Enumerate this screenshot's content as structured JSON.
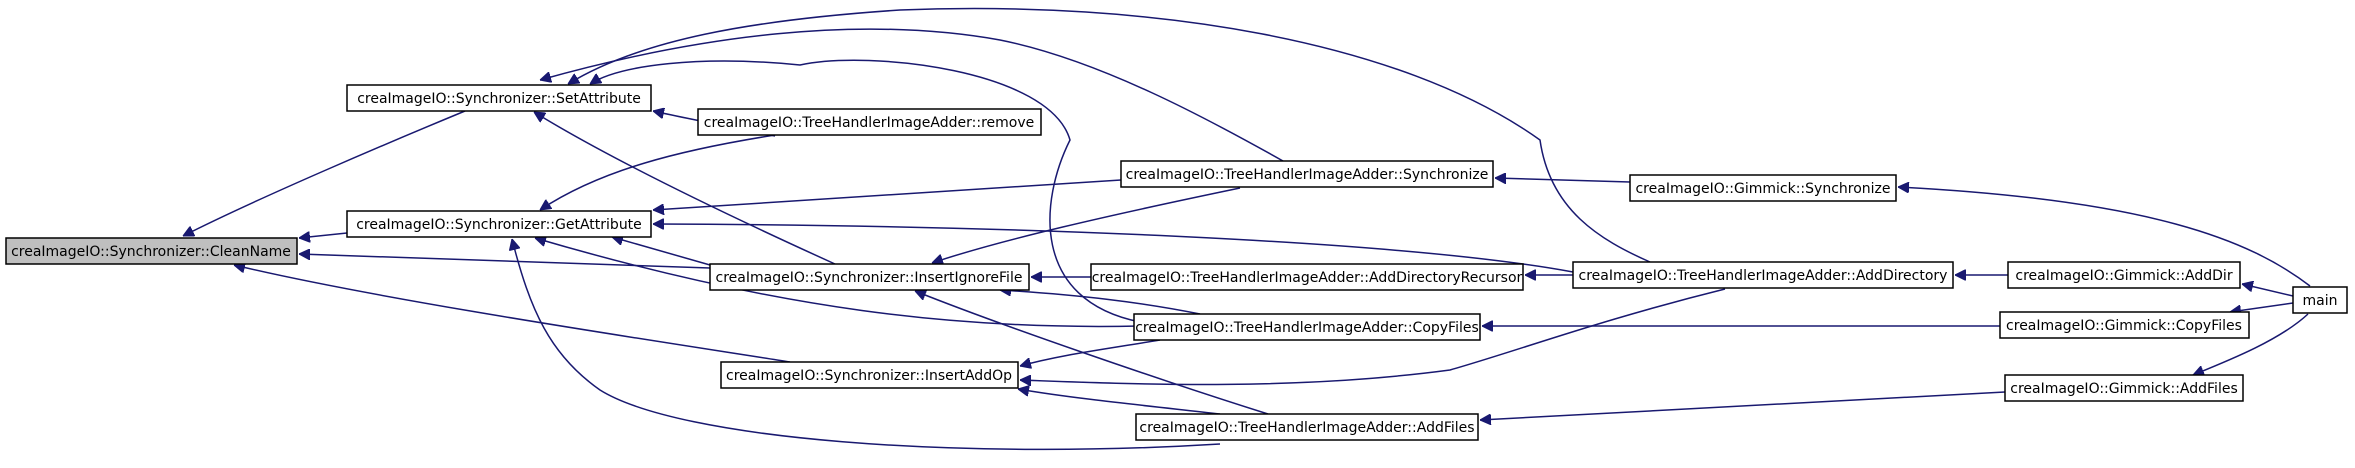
{
  "colors": {
    "edge": "#191970",
    "node_fill": "#ffffff",
    "highlight_fill": "#bfbfbf",
    "border": "#000000"
  },
  "nodes": {
    "cleanname": "creaImageIO::Synchronizer::CleanName",
    "setattribute": "creaImageIO::Synchronizer::SetAttribute",
    "getattribute": "creaImageIO::Synchronizer::GetAttribute",
    "remove": "creaImageIO::TreeHandlerImageAdder::remove",
    "synchronize_tree": "creaImageIO::TreeHandlerImageAdder::Synchronize",
    "insertignorefile": "creaImageIO::Synchronizer::InsertIgnoreFile",
    "adddirectoryrecursor": "creaImageIO::TreeHandlerImageAdder::AddDirectoryRecursor",
    "copyfiles_tree": "creaImageIO::TreeHandlerImageAdder::CopyFiles",
    "insertaddop": "creaImageIO::Synchronizer::InsertAddOp",
    "addfiles_tree": "creaImageIO::TreeHandlerImageAdder::AddFiles",
    "gimmick_synchronize": "creaImageIO::Gimmick::Synchronize",
    "adddirectory_tree": "creaImageIO::TreeHandlerImageAdder::AddDirectory",
    "gimmick_adddir": "creaImageIO::Gimmick::AddDir",
    "gimmick_copyfiles": "creaImageIO::Gimmick::CopyFiles",
    "gimmick_addfiles": "creaImageIO::Gimmick::AddFiles",
    "main": "main"
  },
  "edges": [
    [
      "setattribute",
      "cleanname"
    ],
    [
      "getattribute",
      "cleanname"
    ],
    [
      "insertignorefile",
      "cleanname"
    ],
    [
      "insertaddop",
      "cleanname"
    ],
    [
      "remove",
      "setattribute"
    ],
    [
      "synchronize_tree",
      "setattribute"
    ],
    [
      "insertignorefile",
      "setattribute"
    ],
    [
      "copyfiles_tree",
      "setattribute"
    ],
    [
      "adddirectory_tree",
      "setattribute"
    ],
    [
      "remove",
      "getattribute"
    ],
    [
      "synchronize_tree",
      "getattribute"
    ],
    [
      "insertignorefile",
      "getattribute"
    ],
    [
      "copyfiles_tree",
      "getattribute"
    ],
    [
      "addfiles_tree",
      "getattribute"
    ],
    [
      "adddirectory_tree",
      "getattribute"
    ],
    [
      "synchronize_tree",
      "insertignorefile"
    ],
    [
      "adddirectoryrecursor",
      "insertignorefile"
    ],
    [
      "copyfiles_tree",
      "insertignorefile"
    ],
    [
      "addfiles_tree",
      "insertignorefile"
    ],
    [
      "copyfiles_tree",
      "insertaddop"
    ],
    [
      "addfiles_tree",
      "insertaddop"
    ],
    [
      "adddirectory_tree",
      "insertaddop"
    ],
    [
      "gimmick_synchronize",
      "synchronize_tree"
    ],
    [
      "adddirectory_tree",
      "adddirectoryrecursor"
    ],
    [
      "gimmick_copyfiles",
      "copyfiles_tree"
    ],
    [
      "gimmick_addfiles",
      "addfiles_tree"
    ],
    [
      "gimmick_adddir",
      "adddirectory_tree"
    ],
    [
      "main",
      "gimmick_synchronize"
    ],
    [
      "main",
      "gimmick_adddir"
    ],
    [
      "main",
      "gimmick_copyfiles"
    ],
    [
      "main",
      "gimmick_addfiles"
    ]
  ]
}
